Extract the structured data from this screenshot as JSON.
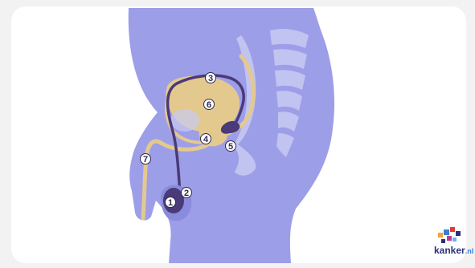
{
  "diagram": {
    "markers": [
      {
        "id": "1",
        "label": "1"
      },
      {
        "id": "2",
        "label": "2"
      },
      {
        "id": "3",
        "label": "3"
      },
      {
        "id": "4",
        "label": "4"
      },
      {
        "id": "5",
        "label": "5"
      },
      {
        "id": "6",
        "label": "6"
      },
      {
        "id": "7",
        "label": "7"
      }
    ]
  },
  "brand": {
    "name": "kanker",
    "tld": ".nl"
  },
  "colors": {
    "background": "#ffffff",
    "body": "#9d9ee8",
    "body_shadow": "#8a8bdc",
    "organ": "#e4c98f",
    "duct": "#4a3a78",
    "spine": "#c8cbf2"
  }
}
